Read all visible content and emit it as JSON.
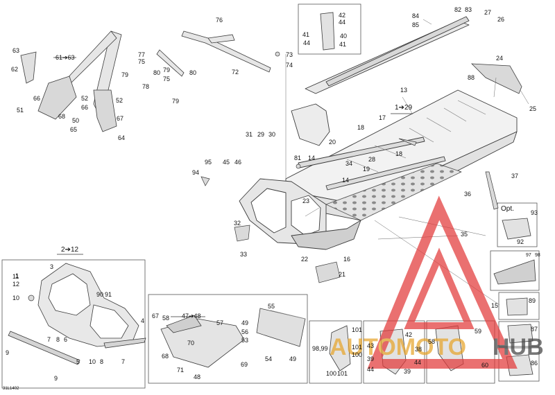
{
  "diagram_code": "31L1402",
  "colors": {
    "line": "#3a3a3a",
    "part_fill": "#eeeeee",
    "part_dark": "#9a9a9a",
    "watermark": "#e23a3a"
  },
  "watermark": {
    "text_left": "AUTOMOTO",
    "text_right": "HUB"
  },
  "groups": {
    "g2_12": "2➔12",
    "g1_29": "1➔29",
    "g47_48": "47➔48",
    "g61_63": "61➔63",
    "opt": "Opt."
  },
  "labels": {
    "l1": "1",
    "l3": "3",
    "l4": "4",
    "l5": "5",
    "l6": "6",
    "l7a": "7",
    "l7b": "7",
    "l8a": "8",
    "l8b": "8",
    "l9a": "9",
    "l9b": "9",
    "l10a": "10",
    "l10b": "10",
    "l11": "11",
    "l12": "12",
    "l13": "13",
    "l14a": "14",
    "l14b": "14",
    "l15": "15",
    "l16": "16",
    "l17": "17",
    "l18a": "18",
    "l18b": "18",
    "l19": "19",
    "l20": "20",
    "l21": "21",
    "l22": "22",
    "l23": "23",
    "l24": "24",
    "l25": "25",
    "l26": "26",
    "l27": "27",
    "l28": "28",
    "l29": "29",
    "l30": "30",
    "l31": "31",
    "l32": "32",
    "l33": "33",
    "l34": "34",
    "l35": "35",
    "l36": "36",
    "l37": "37",
    "l38": "38",
    "l39a": "39",
    "l39b": "39",
    "l40": "40",
    "l41a": "41",
    "l41b": "41",
    "l42a": "42",
    "l42b": "42",
    "l43": "43",
    "l44a": "44",
    "l44b": "44",
    "l44c": "44",
    "l44d": "44",
    "l45": "45",
    "l46": "46",
    "l48": "48",
    "l49a": "49",
    "l49b": "49",
    "l50": "50",
    "l51": "51",
    "l52a": "52",
    "l52b": "52",
    "l53": "53",
    "l54": "54",
    "l55": "55",
    "l56": "56",
    "l57": "57",
    "l58a": "58",
    "l58b": "58",
    "l59": "59",
    "l60": "60",
    "l62": "62",
    "l63": "63",
    "l64": "64",
    "l65": "65",
    "l66a": "66",
    "l66b": "66",
    "l67a": "67",
    "l67b": "67",
    "l68a": "68",
    "l68b": "68",
    "l69": "69",
    "l70": "70",
    "l71": "71",
    "l72": "72",
    "l73": "73",
    "l74": "74",
    "l75a": "75",
    "l75b": "75",
    "l76": "76",
    "l77": "77",
    "l78": "78",
    "l79a": "79",
    "l79b": "79",
    "l79c": "79",
    "l80a": "80",
    "l80b": "80",
    "l81": "81",
    "l82": "82",
    "l83": "83",
    "l84": "84",
    "l85": "85",
    "l86": "86",
    "l87": "87",
    "l88": "88",
    "l89": "89",
    "l90": "90",
    "l91": "91",
    "l92": "92",
    "l93": "93",
    "l94": "94",
    "l95": "95",
    "l97": "97",
    "l98": "98",
    "l9899": "98,99",
    "l100a": "100",
    "l100b": "100",
    "l101a": "101",
    "l101b": "101",
    "l101c": "101"
  }
}
